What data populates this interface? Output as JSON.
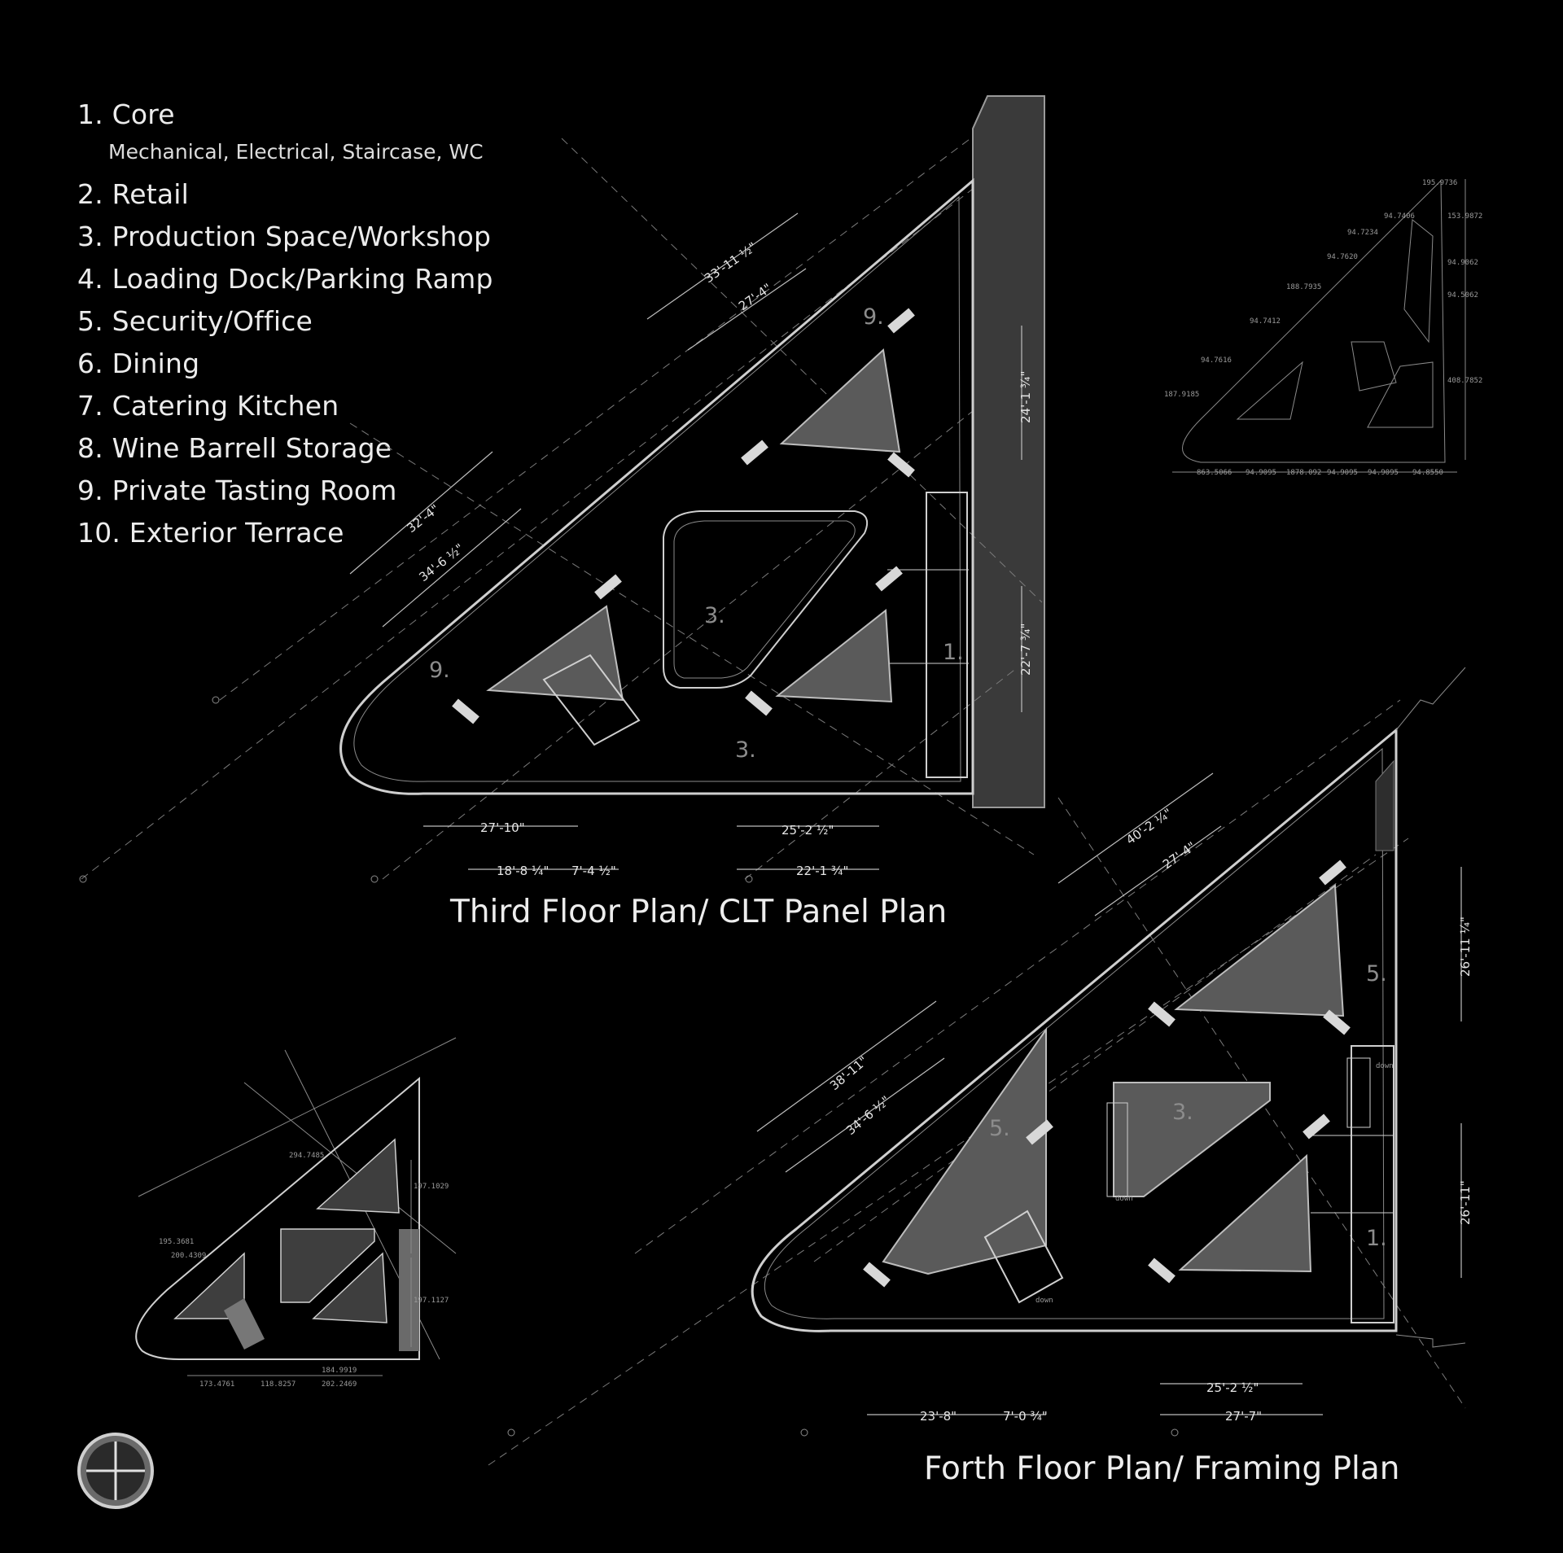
{
  "legend": {
    "items": [
      {
        "label": "1. Core",
        "sub": "Mechanical, Electrical, Staircase, WC"
      },
      {
        "label": "2. Retail"
      },
      {
        "label": "3. Production Space/Workshop"
      },
      {
        "label": "4. Loading Dock/Parking Ramp"
      },
      {
        "label": "5. Security/Office"
      },
      {
        "label": "6. Dining"
      },
      {
        "label": "7. Catering Kitchen"
      },
      {
        "label": "8. Wine Barrell Storage"
      },
      {
        "label": "9. Private Tasting Room"
      },
      {
        "label": "10. Exterior Terrace"
      }
    ]
  },
  "third_floor": {
    "title": "Third Floor Plan/ CLT Panel Plan",
    "room_labels": [
      "9.",
      "9.",
      "3.",
      "3.",
      "1."
    ],
    "dimensions": [
      "33'-11 ½\"",
      "27'-4\"",
      "24'-1 ¾\"",
      "32'-4\"",
      "34'-6 ½\"",
      "22'-7 ¾\"",
      "27'-10\"",
      "25'-2 ½\"",
      "18'-8 ¼\"",
      "7'-4 ½\"",
      "22'-1 ¾\""
    ]
  },
  "fourth_floor": {
    "title": "Forth Floor Plan/ Framing Plan",
    "room_labels": [
      "5.",
      "5.",
      "3.",
      "1."
    ],
    "dimensions": [
      "40'-2 ¼\"",
      "27'-4\"",
      "26'-11 ¼\"",
      "38'-11\"",
      "34'-6 ½\"",
      "26'-11\"",
      "25'-2 ½\"",
      "23'-8\"",
      "7'-0 ¾\"",
      "27'-7\""
    ],
    "labels": [
      "down",
      "down",
      "down"
    ]
  },
  "framing_small": {
    "numbers": [
      "195.9736",
      "153.9872",
      "94.7406",
      "94.7234",
      "94.9062",
      "94.7620",
      "188.7935",
      "94.5062",
      "94.7412",
      "94.7616",
      "408.7852",
      "187.9185",
      "863.5066",
      "94.9095",
      "1878.092",
      "94.9095",
      "94.9095",
      "94.8550"
    ]
  },
  "panel_small": {
    "numbers": [
      "294.7485",
      "195.3681",
      "200.4309",
      "197.1029",
      "197.1127",
      "173.4761",
      "118.8257",
      "184.9919",
      "202.2469"
    ]
  },
  "colors": {
    "background": "#000000",
    "line": "#cfcfcf",
    "fill": "#5a5a5a"
  }
}
